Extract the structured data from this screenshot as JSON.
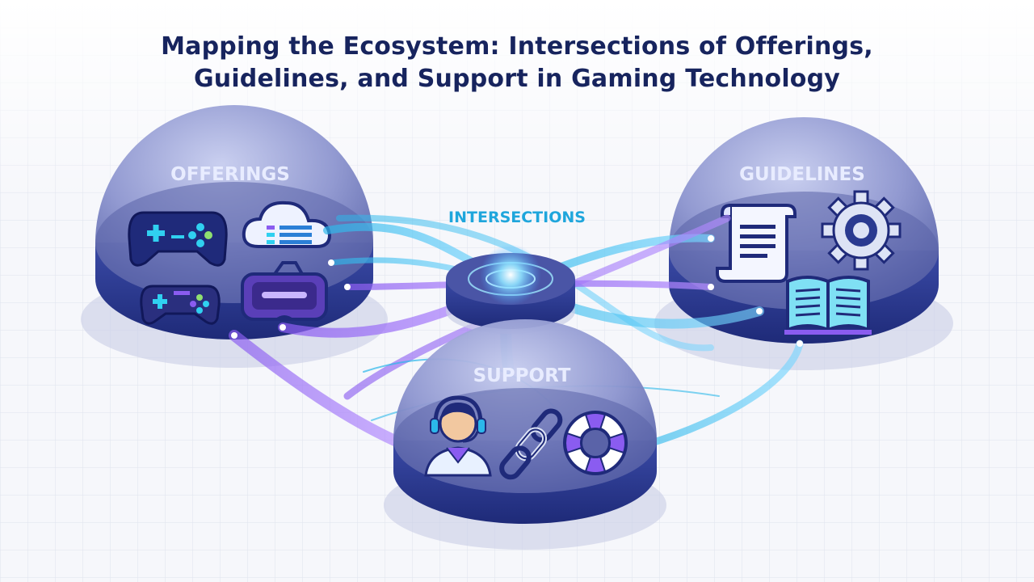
{
  "title": {
    "line1": "Mapping the Ecosystem: Intersections of Offerings,",
    "line2": "Guidelines, and Support in Gaming Technology"
  },
  "nodes": {
    "offerings": {
      "label": "OFFERINGS",
      "icons": [
        "gamepad-icon",
        "cloud-server-icon",
        "gamepad-small-icon",
        "vr-headset-icon"
      ]
    },
    "guidelines": {
      "label": "GUIDELINES",
      "icons": [
        "document-scroll-icon",
        "gear-icon",
        "open-book-icon"
      ]
    },
    "support": {
      "label": "SUPPORT",
      "icons": [
        "support-agent-icon",
        "chain-link-icon",
        "lifebuoy-icon"
      ]
    },
    "intersections": {
      "label": "INTERSECTIONS"
    }
  },
  "colors": {
    "title": "#17245e",
    "disk_top": "#5a63a8",
    "disk_side": "#2d3a8c",
    "accent_cyan": "#2bb7ea",
    "accent_purple": "#8a5cf0",
    "label_light": "#e8ecff",
    "label_cyan": "#1fa6dc"
  }
}
